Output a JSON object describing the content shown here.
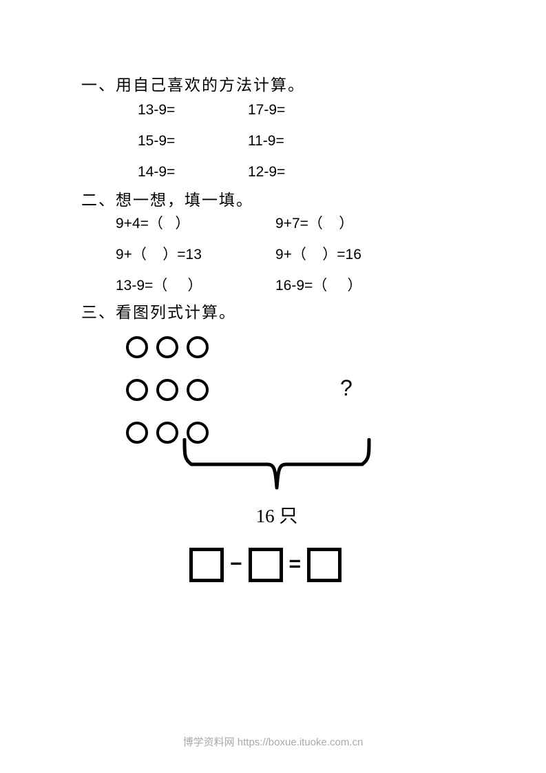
{
  "page": {
    "background_color": "#ffffff",
    "text_color": "#000000"
  },
  "sections": [
    {
      "heading": "一、用自己喜欢的方法计算。",
      "rows": [
        {
          "left": "13-9=",
          "right": "17-9="
        },
        {
          "left": "15-9=",
          "right": "11-9="
        },
        {
          "left": "14-9=",
          "right": "12-9="
        }
      ]
    },
    {
      "heading": "二、想一想，填一填。",
      "rows": [
        {
          "left": "9+4=（   ）",
          "right": "9+7=（    ）"
        },
        {
          "left": "9+（    ）=13",
          "right": "9+（    ）=16"
        },
        {
          "left": "13-9=（     ）",
          "right": "16-9=（     ）"
        }
      ]
    },
    {
      "heading": "三、看图列式计算。"
    }
  ],
  "picture": {
    "circle_rows": 3,
    "circles_per_row": 3,
    "unknown_marker": "?",
    "total_label": "16 只",
    "brace_color": "#000000"
  },
  "equation": {
    "box_count": 3,
    "box_values": [
      "",
      "",
      ""
    ],
    "operator_minus": "−",
    "operator_equals": "="
  },
  "footer": {
    "watermark": "博学资料网 https://boxue.ituoke.com.cn",
    "color": "#a9a9a9"
  }
}
